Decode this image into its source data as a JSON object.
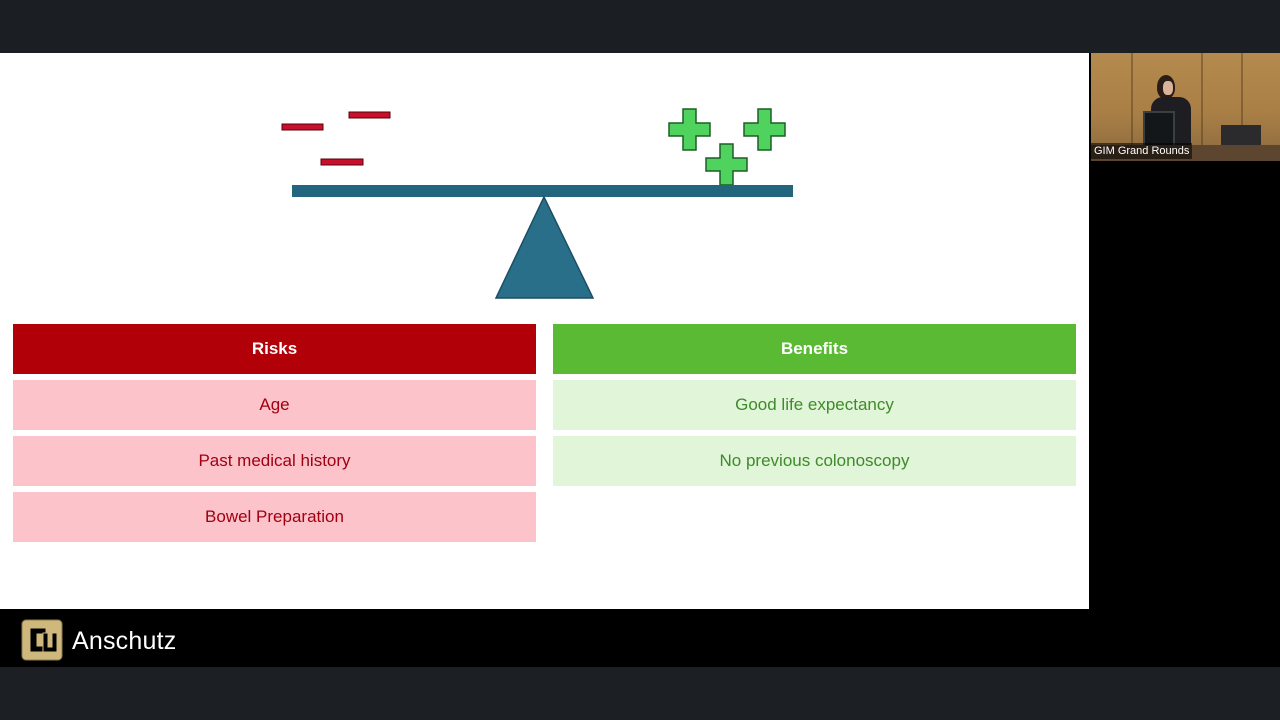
{
  "slide": {
    "risks_header": "Risks",
    "benefits_header": "Benefits",
    "risks": [
      "Age",
      "Past medical history",
      "Bowel Preparation"
    ],
    "benefits": [
      "Good life expectancy",
      "No previous colonoscopy"
    ]
  },
  "video": {
    "label": "GIM Grand Rounds"
  },
  "branding": {
    "name": "Anschutz",
    "logo_icon": "cu-logo-icon"
  },
  "colors": {
    "risk_red": "#b10008",
    "risk_light": "#fcc3cb",
    "benefit_green": "#5bba33",
    "benefit_light": "#e1f5d9",
    "beam_teal": "#24657e",
    "minus_red": "#c8102e",
    "plus_green": "#4fd35e"
  }
}
